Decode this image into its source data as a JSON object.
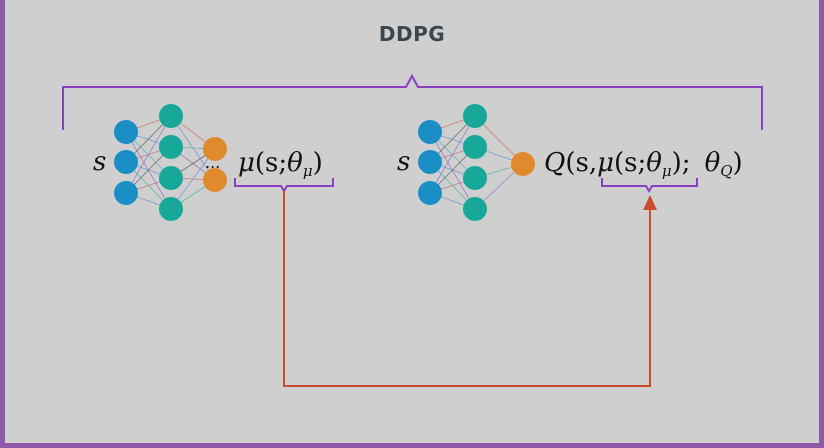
{
  "title": "DDPG",
  "actor": {
    "input_label": "s",
    "ellipsis": "...",
    "output_label": "μ(s;θμ)",
    "output_main": "μ",
    "output_args": "(s;",
    "output_theta": "θ",
    "output_theta_sub": "μ",
    "output_close": ")"
  },
  "critic": {
    "input_label": "s",
    "output_label": "Q(s,μ(s;θμ); θQ)",
    "q": "Q",
    "open": "(s,",
    "mu": "μ",
    "mu_args": "(s;",
    "theta": "θ",
    "theta_sub_mu": "μ",
    "close_mu": ");",
    "theta2": "θ",
    "theta_sub_q": "Q",
    "close": ")"
  },
  "colors": {
    "background": "#cfcfcf",
    "frame": "#8e5aa8",
    "bracket": "#8a3fc0",
    "arrow": "#cc4b2f",
    "input_node": "#1a8fc5",
    "hidden_node": "#17a89a",
    "output_node": "#e08a2e",
    "title": "#3b4650"
  }
}
